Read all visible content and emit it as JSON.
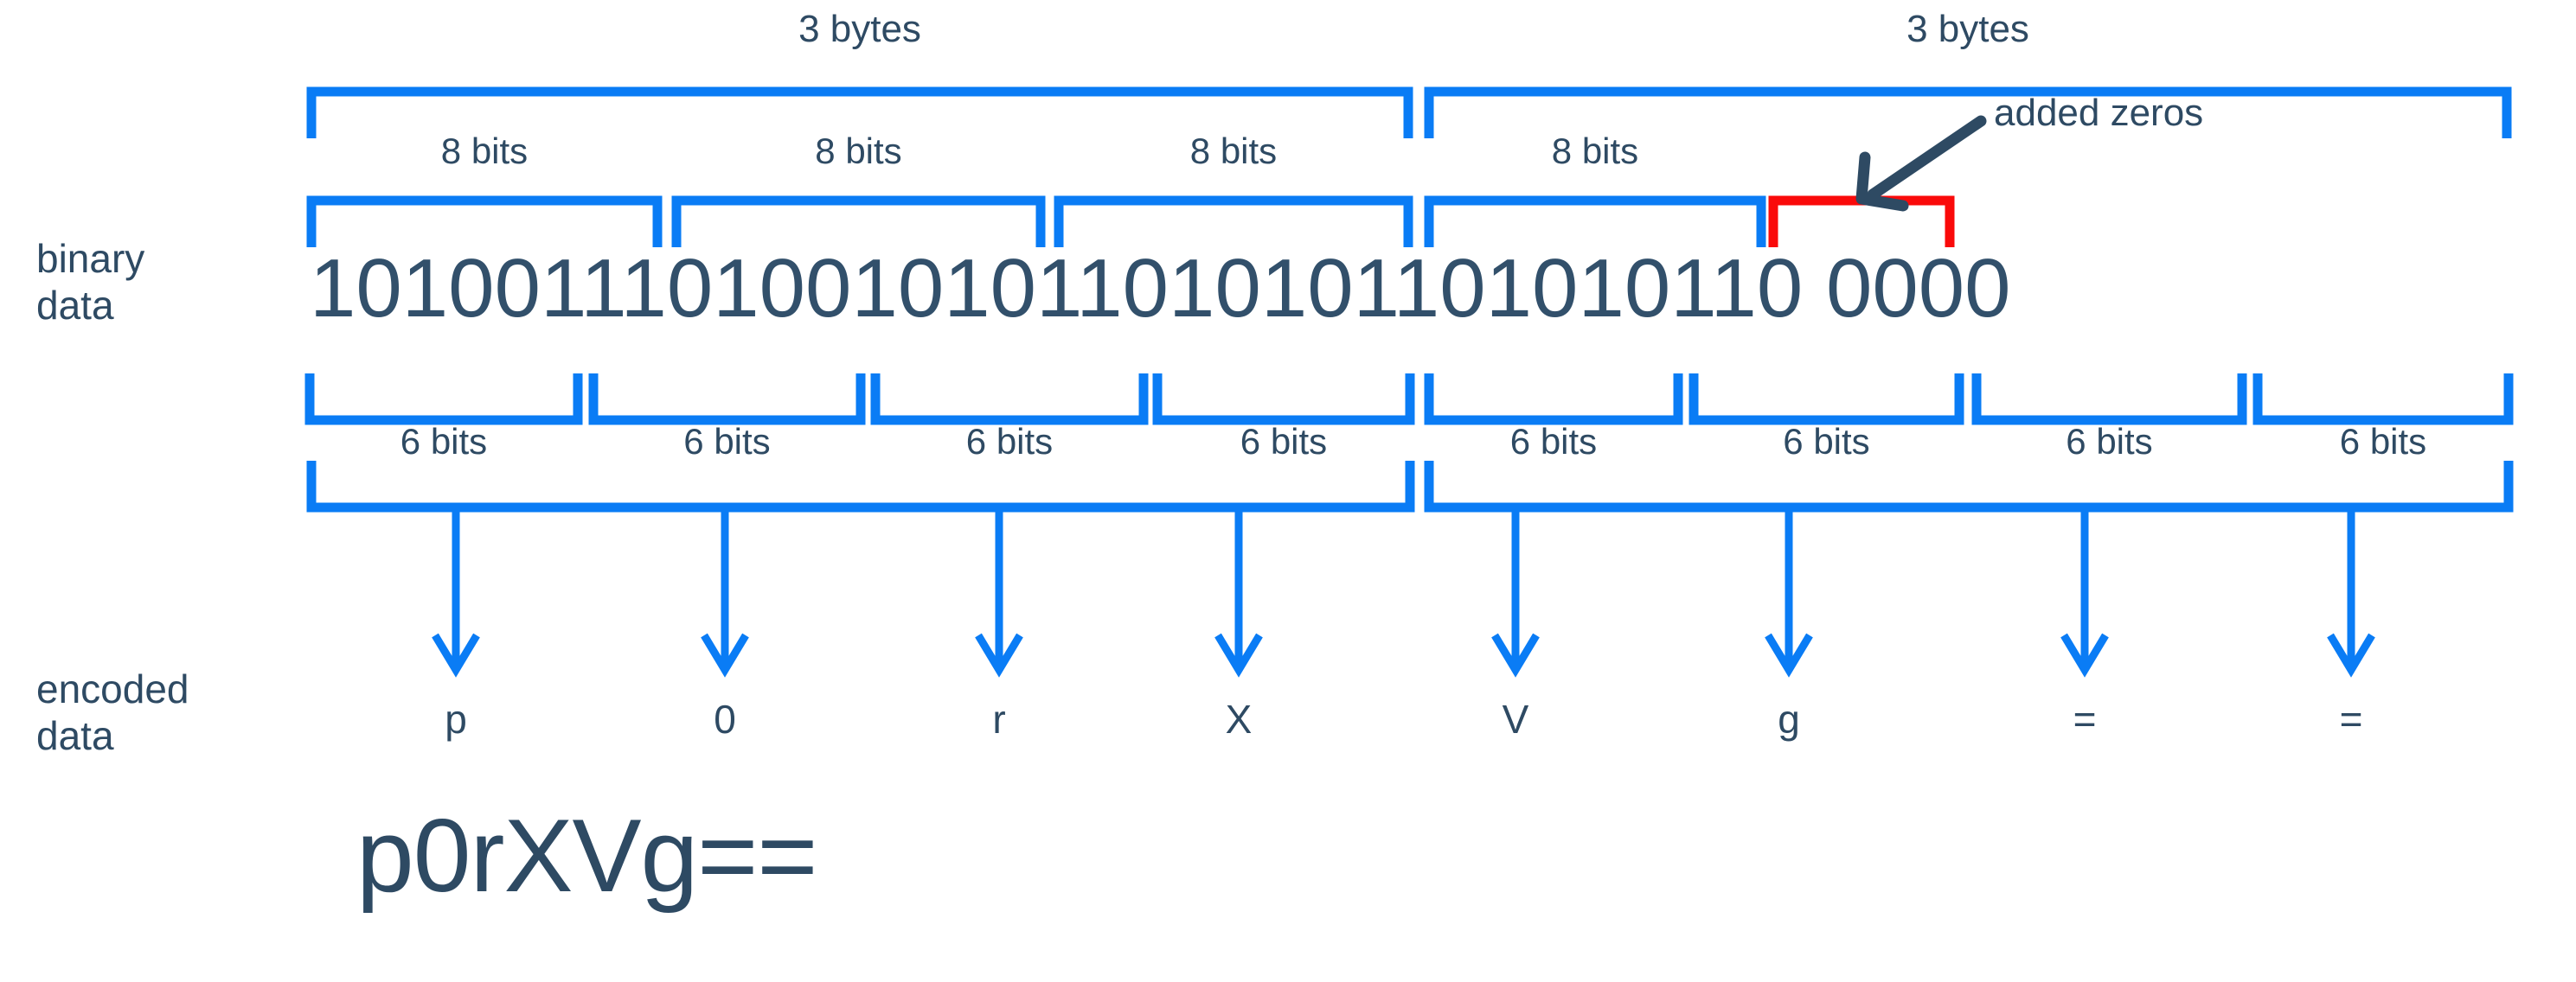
{
  "diagram": {
    "title_row_labels": {
      "binary": "binary\ndata",
      "encoded": "encoded\ndata"
    },
    "colors": {
      "blue": "#0a7cf5",
      "red": "#fa0a0a",
      "ink": "#2e4a63",
      "binary_ink": "#32506b",
      "background": "#ffffff"
    },
    "byte_groups": [
      {
        "label": "3 bytes"
      },
      {
        "label": "3 bytes"
      }
    ],
    "bit8_labels": [
      {
        "label": "8 bits"
      },
      {
        "label": "8 bits"
      },
      {
        "label": "8 bits"
      },
      {
        "label": "8 bits"
      }
    ],
    "bit6_labels": [
      {
        "label": "6 bits"
      },
      {
        "label": "6 bits"
      },
      {
        "label": "6 bits"
      },
      {
        "label": "6 bits"
      },
      {
        "label": "6 bits"
      },
      {
        "label": "6 bits"
      },
      {
        "label": "6 bits"
      },
      {
        "label": "6 bits"
      }
    ],
    "binary_data": "101001110100101011010101101010110 0000",
    "binary_segments": [
      {
        "bits": "10100111"
      },
      {
        "bits": "01001010"
      },
      {
        "bits": "11010101"
      },
      {
        "bits": "10101011"
      },
      {
        "bits": "00000"
      }
    ],
    "annotation": {
      "label": "added zeros",
      "highlight_color": "#fa0a0a"
    },
    "encoded_chars": [
      {
        "char": "p"
      },
      {
        "char": "0"
      },
      {
        "char": "r"
      },
      {
        "char": "X"
      },
      {
        "char": "V"
      },
      {
        "char": "g"
      },
      {
        "char": "="
      },
      {
        "char": "="
      }
    ],
    "result": "p0rXVg=="
  }
}
